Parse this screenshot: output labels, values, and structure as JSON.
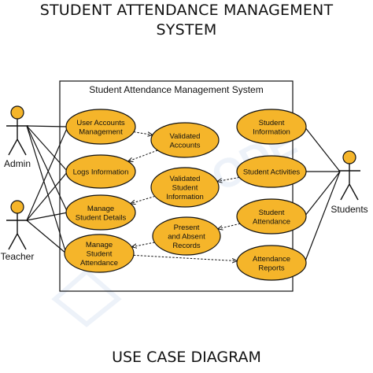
{
  "header": {
    "title_line1": "STUDENT ATTENDANCE MANAGEMENT",
    "title_line2": "SYSTEM"
  },
  "footer": {
    "caption": "USE CASE DIAGRAM"
  },
  "system": {
    "name": "Student Attendance Management System"
  },
  "colors": {
    "usecase_fill": "#f5b52a",
    "usecase_stroke": "#111111",
    "line": "#111111",
    "watermark": "#dfe8f4"
  },
  "actors": [
    {
      "id": "admin",
      "label": "Admin"
    },
    {
      "id": "teacher",
      "label": "Teacher"
    },
    {
      "id": "students",
      "label": "Students"
    }
  ],
  "use_cases": [
    {
      "id": "uac",
      "lines": [
        "User Accounts",
        "Management"
      ]
    },
    {
      "id": "logs",
      "lines": [
        "Logs Information"
      ]
    },
    {
      "id": "msd",
      "lines": [
        "Manage",
        "Student Details"
      ]
    },
    {
      "id": "msa",
      "lines": [
        "Manage",
        "Student",
        "Attendance"
      ]
    },
    {
      "id": "va",
      "lines": [
        "Validated",
        "Accounts"
      ]
    },
    {
      "id": "vsi",
      "lines": [
        "Validated",
        "Student",
        "Information"
      ]
    },
    {
      "id": "par",
      "lines": [
        "Present",
        "and Absent",
        "Records"
      ]
    },
    {
      "id": "si",
      "lines": [
        "Student",
        "Information"
      ]
    },
    {
      "id": "sa",
      "lines": [
        "Student Activities"
      ]
    },
    {
      "id": "satt",
      "lines": [
        "Student",
        "Attendance"
      ]
    },
    {
      "id": "ar",
      "lines": [
        "Attendance",
        "Reports"
      ]
    }
  ],
  "associations": [
    [
      "admin",
      "uac"
    ],
    [
      "admin",
      "logs"
    ],
    [
      "admin",
      "msd"
    ],
    [
      "admin",
      "msa"
    ],
    [
      "teacher",
      "uac"
    ],
    [
      "teacher",
      "logs"
    ],
    [
      "teacher",
      "msd"
    ],
    [
      "teacher",
      "msa"
    ],
    [
      "students",
      "si"
    ],
    [
      "students",
      "sa"
    ],
    [
      "students",
      "satt"
    ],
    [
      "students",
      "ar"
    ]
  ],
  "dependencies": [
    [
      "uac",
      "va"
    ],
    [
      "va",
      "logs"
    ],
    [
      "sa",
      "vsi"
    ],
    [
      "vsi",
      "msd"
    ],
    [
      "satt",
      "par"
    ],
    [
      "par",
      "msa"
    ],
    [
      "msa",
      "ar"
    ]
  ]
}
